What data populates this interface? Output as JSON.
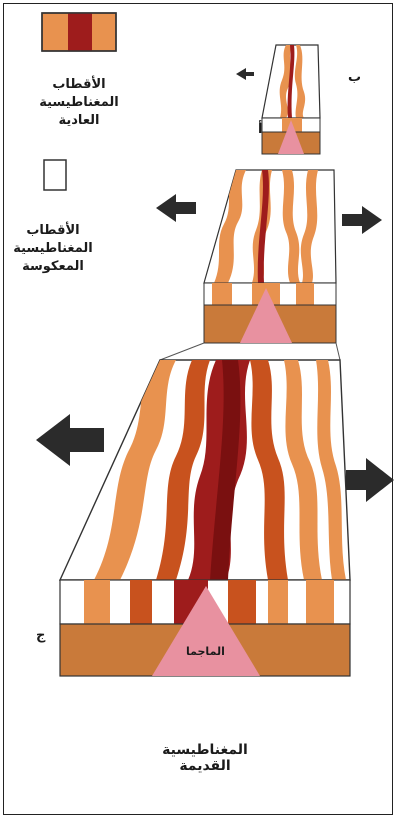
{
  "legend": {
    "normal_label_line1": "الأقطاب المغناطيسية",
    "normal_label_line2": "العادية",
    "reversed_label_line1": "الأقطاب المغناطيسية",
    "reversed_label_line2": "المعكوسة",
    "swatch_colors": [
      "#e8924f",
      "#9e1c1c",
      "#e8924f"
    ]
  },
  "stages": {
    "a": "أ",
    "b": "ب",
    "c": "ج"
  },
  "magma_label": "الماجما",
  "caption": "المغناطيسية القديمة",
  "colors": {
    "normal_band": "#e8924f",
    "dark_band": "#c8521e",
    "center_band": "#9e1c1c",
    "crust": "#c97a3a",
    "magma": "#e891a0",
    "arrow": "#2b2b2b"
  },
  "icons": [
    "arrow-left-icon",
    "arrow-right-icon"
  ]
}
